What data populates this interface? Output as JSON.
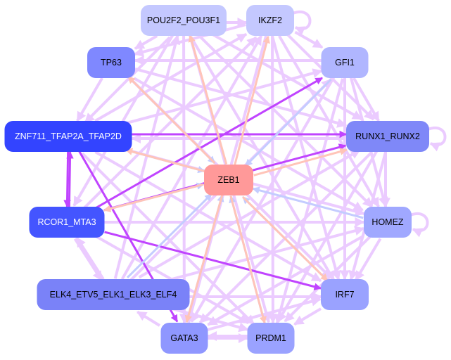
{
  "nodes": [
    {
      "id": "POU2F2_POU3F1",
      "label": "POU2F2_POU3F1",
      "fill": "#c4c8ff",
      "text": "#000000"
    },
    {
      "id": "IKZF2",
      "label": "IKZF2",
      "fill": "#c4c8ff",
      "text": "#000000"
    },
    {
      "id": "GFI1",
      "label": "GFI1",
      "fill": "#b0b6ff",
      "text": "#000000"
    },
    {
      "id": "TP63",
      "label": "TP63",
      "fill": "#7f88ff",
      "text": "#000000"
    },
    {
      "id": "ZNF711",
      "label": "ZNF711_TFAP2A_TFAP2D",
      "fill": "#3344ff",
      "text": "#ffffff"
    },
    {
      "id": "RUNX1",
      "label": "RUNX1_RUNX2",
      "fill": "#7f88f8",
      "text": "#000000"
    },
    {
      "id": "ZEB1",
      "label": "ZEB1",
      "fill": "#ff9999",
      "text": "#000000"
    },
    {
      "id": "RCOR1",
      "label": "RCOR1_MTA3",
      "fill": "#4455ff",
      "text": "#ffffff"
    },
    {
      "id": "HOMEZ",
      "label": "HOMEZ",
      "fill": "#a0a8ff",
      "text": "#000000"
    },
    {
      "id": "ELK4",
      "label": "ELK4_ETV5_ELK1_ELK3_ELF4",
      "fill": "#7a82f8",
      "text": "#000000"
    },
    {
      "id": "IRF7",
      "label": "IRF7",
      "fill": "#9aa2ff",
      "text": "#000000"
    },
    {
      "id": "GATA3",
      "label": "GATA3",
      "fill": "#8f97ff",
      "text": "#000000"
    },
    {
      "id": "PRDM1",
      "label": "PRDM1",
      "fill": "#9aa2ff",
      "text": "#000000"
    }
  ],
  "edge_colors": {
    "light": "#ebcbff",
    "dark": "#c044ff",
    "up": "#ffc4b8",
    "down": "#c4ccff"
  },
  "edges": [
    [
      "ZNF711",
      "RUNX1",
      "dark"
    ],
    [
      "RUNX1",
      "ZNF711",
      "light"
    ],
    [
      "ZNF711",
      "RCOR1",
      "dark"
    ],
    [
      "RCOR1",
      "ZNF711",
      "dark"
    ],
    [
      "TP63",
      "ZNF711",
      "light"
    ],
    [
      "POU2F2_POU3F1",
      "IKZF2",
      "light"
    ],
    [
      "IKZF2",
      "GFI1",
      "light"
    ],
    [
      "GFI1",
      "RUNX1",
      "light"
    ],
    [
      "RUNX1",
      "HOMEZ",
      "light"
    ],
    [
      "HOMEZ",
      "IRF7",
      "light"
    ],
    [
      "IRF7",
      "PRDM1",
      "light"
    ],
    [
      "PRDM1",
      "GATA3",
      "light"
    ],
    [
      "GATA3",
      "ELK4",
      "light"
    ],
    [
      "ELK4",
      "RCOR1",
      "light"
    ],
    [
      "RCOR1",
      "ELK4",
      "light"
    ],
    [
      "ELK4",
      "POU2F2_POU3F1",
      "light"
    ],
    [
      "ELK4",
      "IKZF2",
      "light"
    ],
    [
      "ELK4",
      "GFI1",
      "light"
    ],
    [
      "ELK4",
      "RUNX1",
      "light"
    ],
    [
      "ELK4",
      "HOMEZ",
      "light"
    ],
    [
      "ELK4",
      "IRF7",
      "light"
    ],
    [
      "ELK4",
      "PRDM1",
      "light"
    ],
    [
      "RCOR1",
      "RUNX1",
      "dark"
    ],
    [
      "RCOR1",
      "HOMEZ",
      "light"
    ],
    [
      "RCOR1",
      "IRF7",
      "dark"
    ],
    [
      "RCOR1",
      "IKZF2",
      "light"
    ],
    [
      "RCOR1",
      "GFI1",
      "dark"
    ],
    [
      "RCOR1",
      "PRDM1",
      "light"
    ],
    [
      "ZNF711",
      "IKZF2",
      "light"
    ],
    [
      "ZNF711",
      "GFI1",
      "light"
    ],
    [
      "ZNF711",
      "HOMEZ",
      "light"
    ],
    [
      "ZNF711",
      "IRF7",
      "light"
    ],
    [
      "ZNF711",
      "PRDM1",
      "light"
    ],
    [
      "ZNF711",
      "GATA3",
      "dark"
    ],
    [
      "POU2F2_POU3F1",
      "RUNX1",
      "light"
    ],
    [
      "POU2F2_POU3F1",
      "HOMEZ",
      "light"
    ],
    [
      "POU2F2_POU3F1",
      "IRF7",
      "light"
    ],
    [
      "POU2F2_POU3F1",
      "PRDM1",
      "light"
    ],
    [
      "POU2F2_POU3F1",
      "GATA3",
      "light"
    ],
    [
      "POU2F2_POU3F1",
      "RCOR1",
      "light"
    ],
    [
      "POU2F2_POU3F1",
      "ZNF711",
      "light"
    ],
    [
      "POU2F2_POU3F1",
      "TP63",
      "light"
    ],
    [
      "IKZF2",
      "TP63",
      "light"
    ],
    [
      "IKZF2",
      "RUNX1",
      "light"
    ],
    [
      "IKZF2",
      "HOMEZ",
      "light"
    ],
    [
      "IKZF2",
      "IRF7",
      "light"
    ],
    [
      "IKZF2",
      "PRDM1",
      "light"
    ],
    [
      "IKZF2",
      "GATA3",
      "light"
    ],
    [
      "GFI1",
      "TP63",
      "light"
    ],
    [
      "GFI1",
      "HOMEZ",
      "light"
    ],
    [
      "GFI1",
      "IRF7",
      "light"
    ],
    [
      "GFI1",
      "GATA3",
      "light"
    ],
    [
      "GFI1",
      "PRDM1",
      "light"
    ],
    [
      "TP63",
      "RUNX1",
      "light"
    ],
    [
      "TP63",
      "HOMEZ",
      "light"
    ],
    [
      "TP63",
      "IRF7",
      "light"
    ],
    [
      "HOMEZ",
      "GATA3",
      "light"
    ],
    [
      "HOMEZ",
      "PRDM1",
      "light"
    ],
    [
      "RUNX1",
      "IRF7",
      "light"
    ],
    [
      "RUNX1",
      "GATA3",
      "light"
    ],
    [
      "RUNX1",
      "PRDM1",
      "light"
    ],
    [
      "GATA3",
      "IRF7",
      "light"
    ],
    [
      "GATA3",
      "PRDM1",
      "light"
    ],
    [
      "ZEB1",
      "TP63",
      "up"
    ],
    [
      "TP63",
      "ZEB1",
      "down"
    ],
    [
      "ZEB1",
      "POU2F2_POU3F1",
      "up"
    ],
    [
      "ZEB1",
      "IKZF2",
      "up"
    ],
    [
      "GFI1",
      "ZEB1",
      "down"
    ],
    [
      "ZEB1",
      "RUNX1",
      "up"
    ],
    [
      "HOMEZ",
      "ZEB1",
      "down"
    ],
    [
      "ZEB1",
      "IRF7",
      "up"
    ],
    [
      "IRF7",
      "ZEB1",
      "down"
    ],
    [
      "ZEB1",
      "PRDM1",
      "up"
    ],
    [
      "PRDM1",
      "ZEB1",
      "down"
    ],
    [
      "ZEB1",
      "GATA3",
      "up"
    ],
    [
      "GATA3",
      "ZEB1",
      "down"
    ],
    [
      "ZEB1",
      "RCOR1",
      "up"
    ],
    [
      "RCOR1",
      "ZEB1",
      "down"
    ],
    [
      "ELK4",
      "ZEB1",
      "down"
    ],
    [
      "ZNF711",
      "ZEB1",
      "down"
    ],
    [
      "ZEB1",
      "ZNF711",
      "up"
    ]
  ],
  "self_loops": [
    "IKZF2",
    "RUNX1",
    "HOMEZ"
  ]
}
